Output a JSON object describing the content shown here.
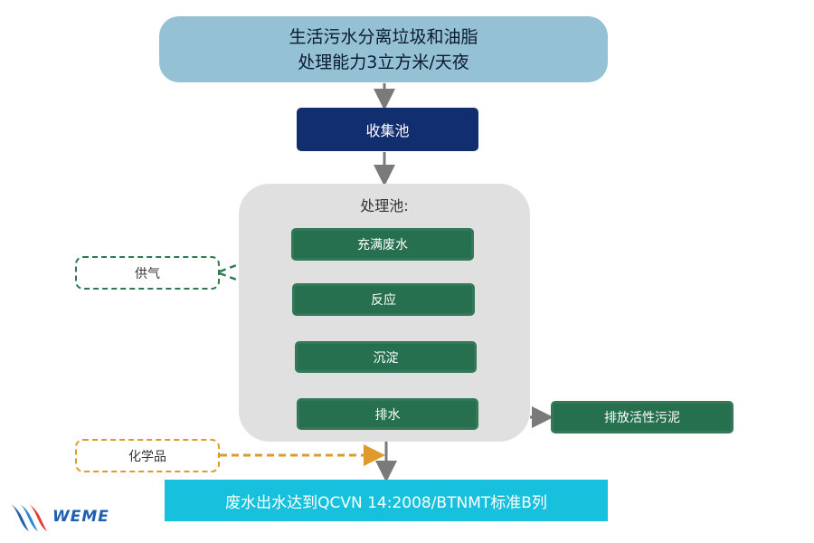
{
  "header": {
    "line1": "生活污水分离垃圾和油脂",
    "line2": "处理能力3立方米/天夜"
  },
  "collection_tank": "收集池",
  "treatment_tank": {
    "title": "处理池:",
    "steps": [
      "充满废水",
      "反应",
      "沉淀",
      "排水"
    ]
  },
  "air_supply": "供气",
  "chemicals": "化学品",
  "sludge_discharge": "排放活性污泥",
  "output": "废水出水达到QCVN 14:2008/BTNMT标准B列",
  "logo": {
    "text": "WEME"
  },
  "colors": {
    "header_bg": "#94c1d4",
    "collection_bg": "#112e6e",
    "step_bg": "#26704f",
    "air_dash": "#2b7a4f",
    "chem_dash": "#de9a2b",
    "output_bg": "#17c1dd"
  }
}
